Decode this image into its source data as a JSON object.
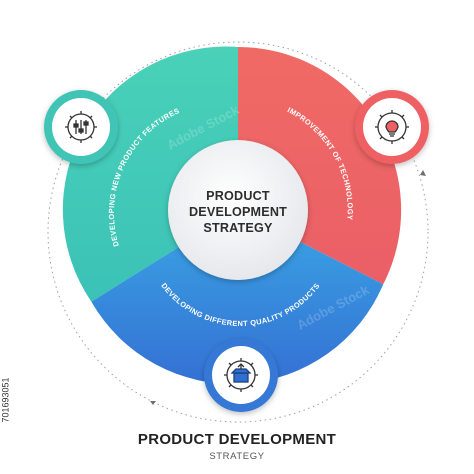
{
  "center": {
    "line1": "PRODUCT",
    "line2": "DEVELOPMENT",
    "line3": "STRATEGY"
  },
  "segments": [
    {
      "label": "DEVELOPING NEW PRODUCT FEATURES",
      "color": "#45c9b6",
      "icon": "gear-sliders-icon"
    },
    {
      "label": "IMPROVEMENT OF TECHNOLOGY",
      "color": "#ee6163",
      "icon": "gear-lightbulb-icon"
    },
    {
      "label": "DEVELOPING DIFFERENT QUALITY PRODUCTS",
      "color": "#3a8fdc",
      "icon": "gear-box-icon"
    }
  ],
  "footer": {
    "title": "PRODUCT DEVELOPMENT",
    "subtitle": "STRATEGY"
  },
  "stock_id": "701693051",
  "watermark_text": "Adobe Stock"
}
